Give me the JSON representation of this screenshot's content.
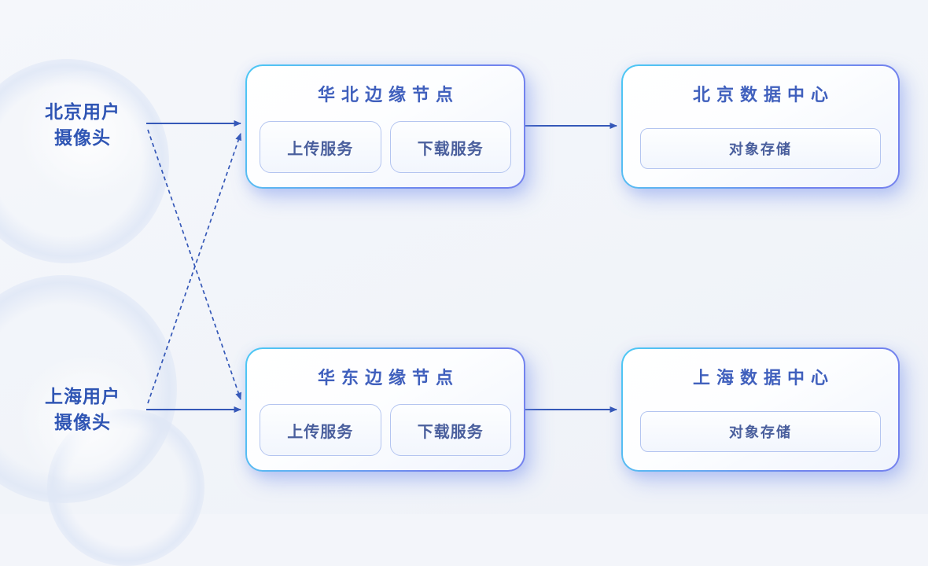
{
  "canvas": {
    "background": "#f3f5fa"
  },
  "palette": {
    "border_gradient_start": "#4cc8f4",
    "border_gradient_end": "#7583ee",
    "arrow_blue": "#3558b8",
    "title_blue": "#4060bd",
    "label_blue": "#2f55b4",
    "chip_text": "#4a5f9d",
    "chip_border": "#b4c5f0",
    "glow": "rgba(122,148,238,0.42)"
  },
  "sources": [
    {
      "id": "beijing-user-camera",
      "label_line1": "北京用户",
      "label_line2": "摄像头"
    },
    {
      "id": "shanghai-user-camera",
      "label_line1": "上海用户",
      "label_line2": "摄像头"
    }
  ],
  "edge_nodes": [
    {
      "id": "north-china-edge-node",
      "title": "华北边缘节点",
      "services": [
        {
          "label": "上传服务"
        },
        {
          "label": "下载服务"
        }
      ]
    },
    {
      "id": "east-china-edge-node",
      "title": "华东边缘节点",
      "services": [
        {
          "label": "上传服务"
        },
        {
          "label": "下载服务"
        }
      ]
    }
  ],
  "data_centers": [
    {
      "id": "beijing-data-center",
      "title": "北京数据中心",
      "storage_label": "对象存储"
    },
    {
      "id": "shanghai-data-center",
      "title": "上海数据中心",
      "storage_label": "对象存储"
    }
  ],
  "connections": [
    {
      "from": "beijing-user-camera",
      "to": "north-china-edge-node",
      "style": "solid"
    },
    {
      "from": "beijing-user-camera",
      "to": "east-china-edge-node",
      "style": "dashed"
    },
    {
      "from": "shanghai-user-camera",
      "to": "east-china-edge-node",
      "style": "solid"
    },
    {
      "from": "shanghai-user-camera",
      "to": "north-china-edge-node",
      "style": "dashed"
    },
    {
      "from": "north-china-edge-node",
      "to": "beijing-data-center",
      "style": "solid"
    },
    {
      "from": "east-china-edge-node",
      "to": "shanghai-data-center",
      "style": "solid"
    }
  ]
}
